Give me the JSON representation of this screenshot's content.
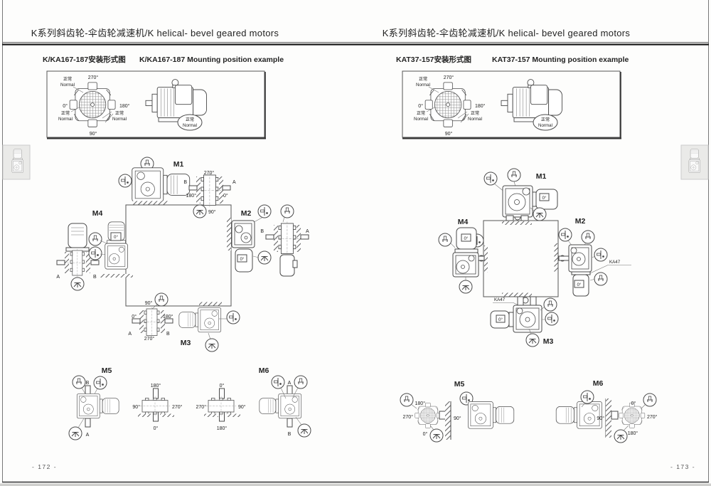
{
  "page": {
    "title": "K系列斜齿轮-伞齿轮减速机/K helical- bevel geared motors"
  },
  "left": {
    "subtitle_cn": "K/KA167-187安装形式图",
    "subtitle_en": "K/KA167-187 Mounting position example",
    "page_number": "- 172 -",
    "overview": {
      "top": "270°",
      "left": "0°",
      "right": "180°",
      "bottom": "90°",
      "normal_cn": "正常",
      "normal_en": "Normal"
    },
    "m1": {
      "label": "M1",
      "top": "270°",
      "left": "180°",
      "right": "0°",
      "bottom": "90°",
      "a": "A",
      "b": "B"
    },
    "m2": {
      "label": "M2",
      "a": "A",
      "b": "B",
      "motor_angle": "0°"
    },
    "m3": {
      "label": "M3",
      "top": "90°",
      "left": "0°",
      "right": "180°",
      "bottom": "270°",
      "a": "A",
      "b": "B"
    },
    "m4": {
      "label": "M4",
      "a": "A",
      "b": "B",
      "motor_angle": "0°"
    },
    "m5": {
      "label": "M5",
      "top": "180°",
      "left": "90°",
      "right": "270°",
      "bottom": "0°",
      "a": "A",
      "b": "B"
    },
    "m6": {
      "label": "M6",
      "top": "0°",
      "left": "270°",
      "right": "90°",
      "bottom": "180°",
      "a": "A",
      "b": "B"
    }
  },
  "right": {
    "subtitle_cn": "KAT37-157安装形式图",
    "subtitle_en": "KAT37-157 Mounting position example",
    "page_number": "- 173 -",
    "overview": {
      "top": "270°",
      "left": "0°",
      "right": "180°",
      "bottom": "90°",
      "normal_cn": "正常",
      "normal_en": "Normal"
    },
    "m1": {
      "label": "M1",
      "motor_angle": "0°"
    },
    "m2": {
      "label": "M2",
      "motor_angle": "0°",
      "ka": "KA47"
    },
    "m3": {
      "label": "M3",
      "motor_angle": "0°",
      "ka": "KA47"
    },
    "m4": {
      "label": "M4",
      "motor_angle": "0°"
    },
    "m5": {
      "label": "M5",
      "top": "180°",
      "left": "270°",
      "right": "90°",
      "bottom": "0°"
    },
    "m6": {
      "label": "M6",
      "top": "0°",
      "left": "90°",
      "right": "270°",
      "bottom": "180°"
    }
  }
}
